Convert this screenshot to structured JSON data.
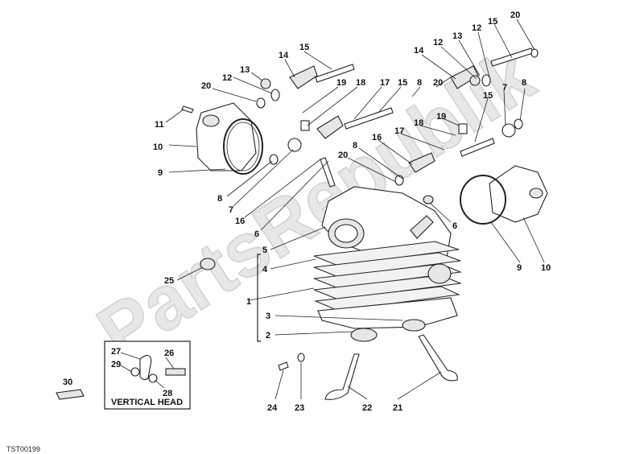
{
  "watermark": "PartsRepublik",
  "inset": {
    "title": "VERTICAL HEAD"
  },
  "drawing_code": "TST00199",
  "callouts": [
    "20",
    "15",
    "13",
    "12",
    "12",
    "14",
    "14",
    "15",
    "13",
    "12",
    "20",
    "19",
    "18",
    "17",
    "15",
    "8",
    "20",
    "11",
    "10",
    "9",
    "7",
    "8",
    "19",
    "18",
    "17",
    "16",
    "8",
    "20",
    "15",
    "7",
    "8",
    "16",
    "6",
    "6",
    "5",
    "4",
    "1",
    "3",
    "2",
    "25",
    "9",
    "10",
    "27",
    "26",
    "29",
    "28",
    "30",
    "24",
    "23",
    "22",
    "21"
  ]
}
